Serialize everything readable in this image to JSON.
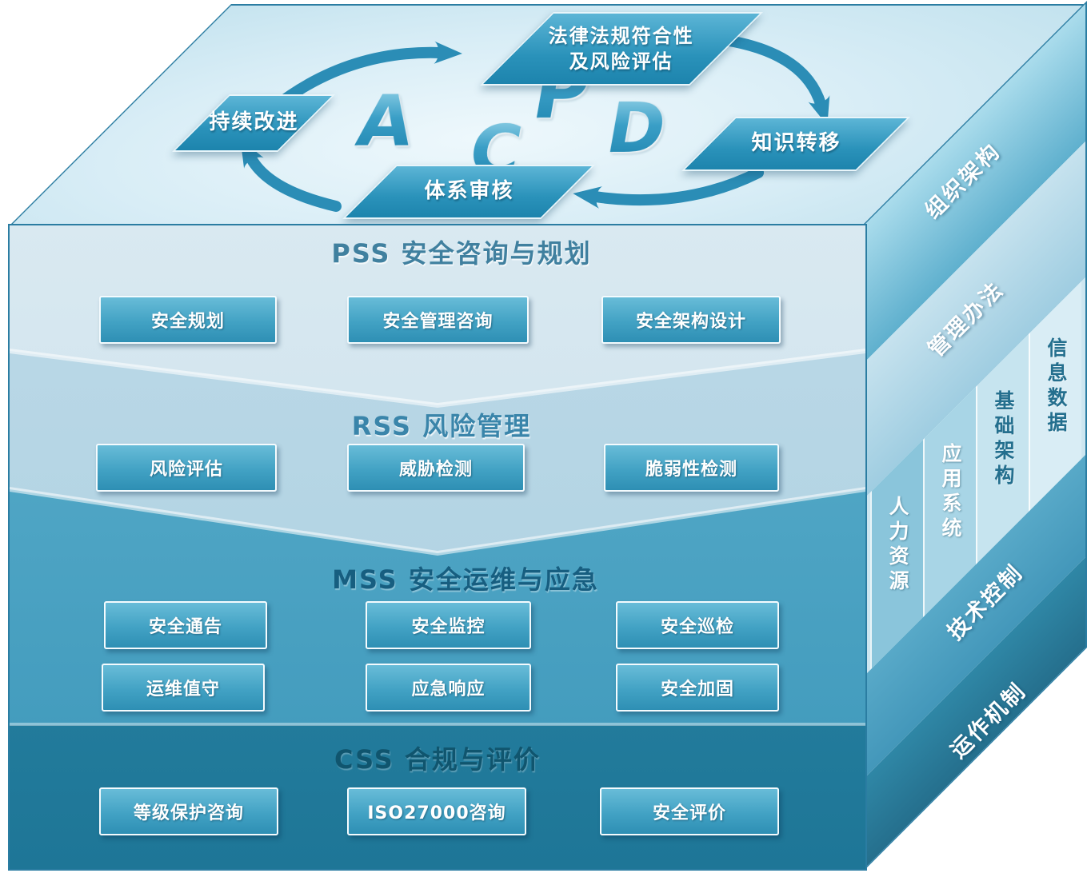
{
  "top_face": {
    "letters": {
      "p": "P",
      "d": "D",
      "c": "C",
      "a": "A"
    },
    "labels": {
      "plan": "法律法规符合性\n及风险评估",
      "transfer": "知识转移",
      "audit": "体系审核",
      "improve": "持续改进"
    }
  },
  "front_face": {
    "bands": [
      {
        "code": "PSS",
        "title": "PSS 安全咨询与规划",
        "items": [
          "安全规划",
          "安全管理咨询",
          "安全架构设计"
        ]
      },
      {
        "code": "RSS",
        "title": "RSS 风险管理",
        "items": [
          "风险评估",
          "威胁检测",
          "脆弱性检测"
        ]
      },
      {
        "code": "MSS",
        "title": "MSS 安全运维与应急",
        "items": [
          "安全通告",
          "安全监控",
          "安全巡检",
          "运维值守",
          "应急响应",
          "安全加固"
        ]
      },
      {
        "code": "CSS",
        "title": "CSS 合规与评价",
        "items": [
          "等级保护咨询",
          "ISO27000咨询",
          "安全评价"
        ]
      }
    ]
  },
  "side_face": {
    "bands": {
      "org": "组织架构",
      "mgmt": "管理办法",
      "tech": "技术控制",
      "ops": "运作机制"
    },
    "columns": [
      "人力资源",
      "应用系统",
      "基础架构",
      "信息数据"
    ]
  },
  "colors": {
    "accent": "#2b8db6",
    "band_pss": "#cfe2ec",
    "band_rss": "#b5d5e4",
    "band_mss": "#4aa4c5",
    "band_css": "#2887a7",
    "box_blue": "#3a9cc0"
  }
}
